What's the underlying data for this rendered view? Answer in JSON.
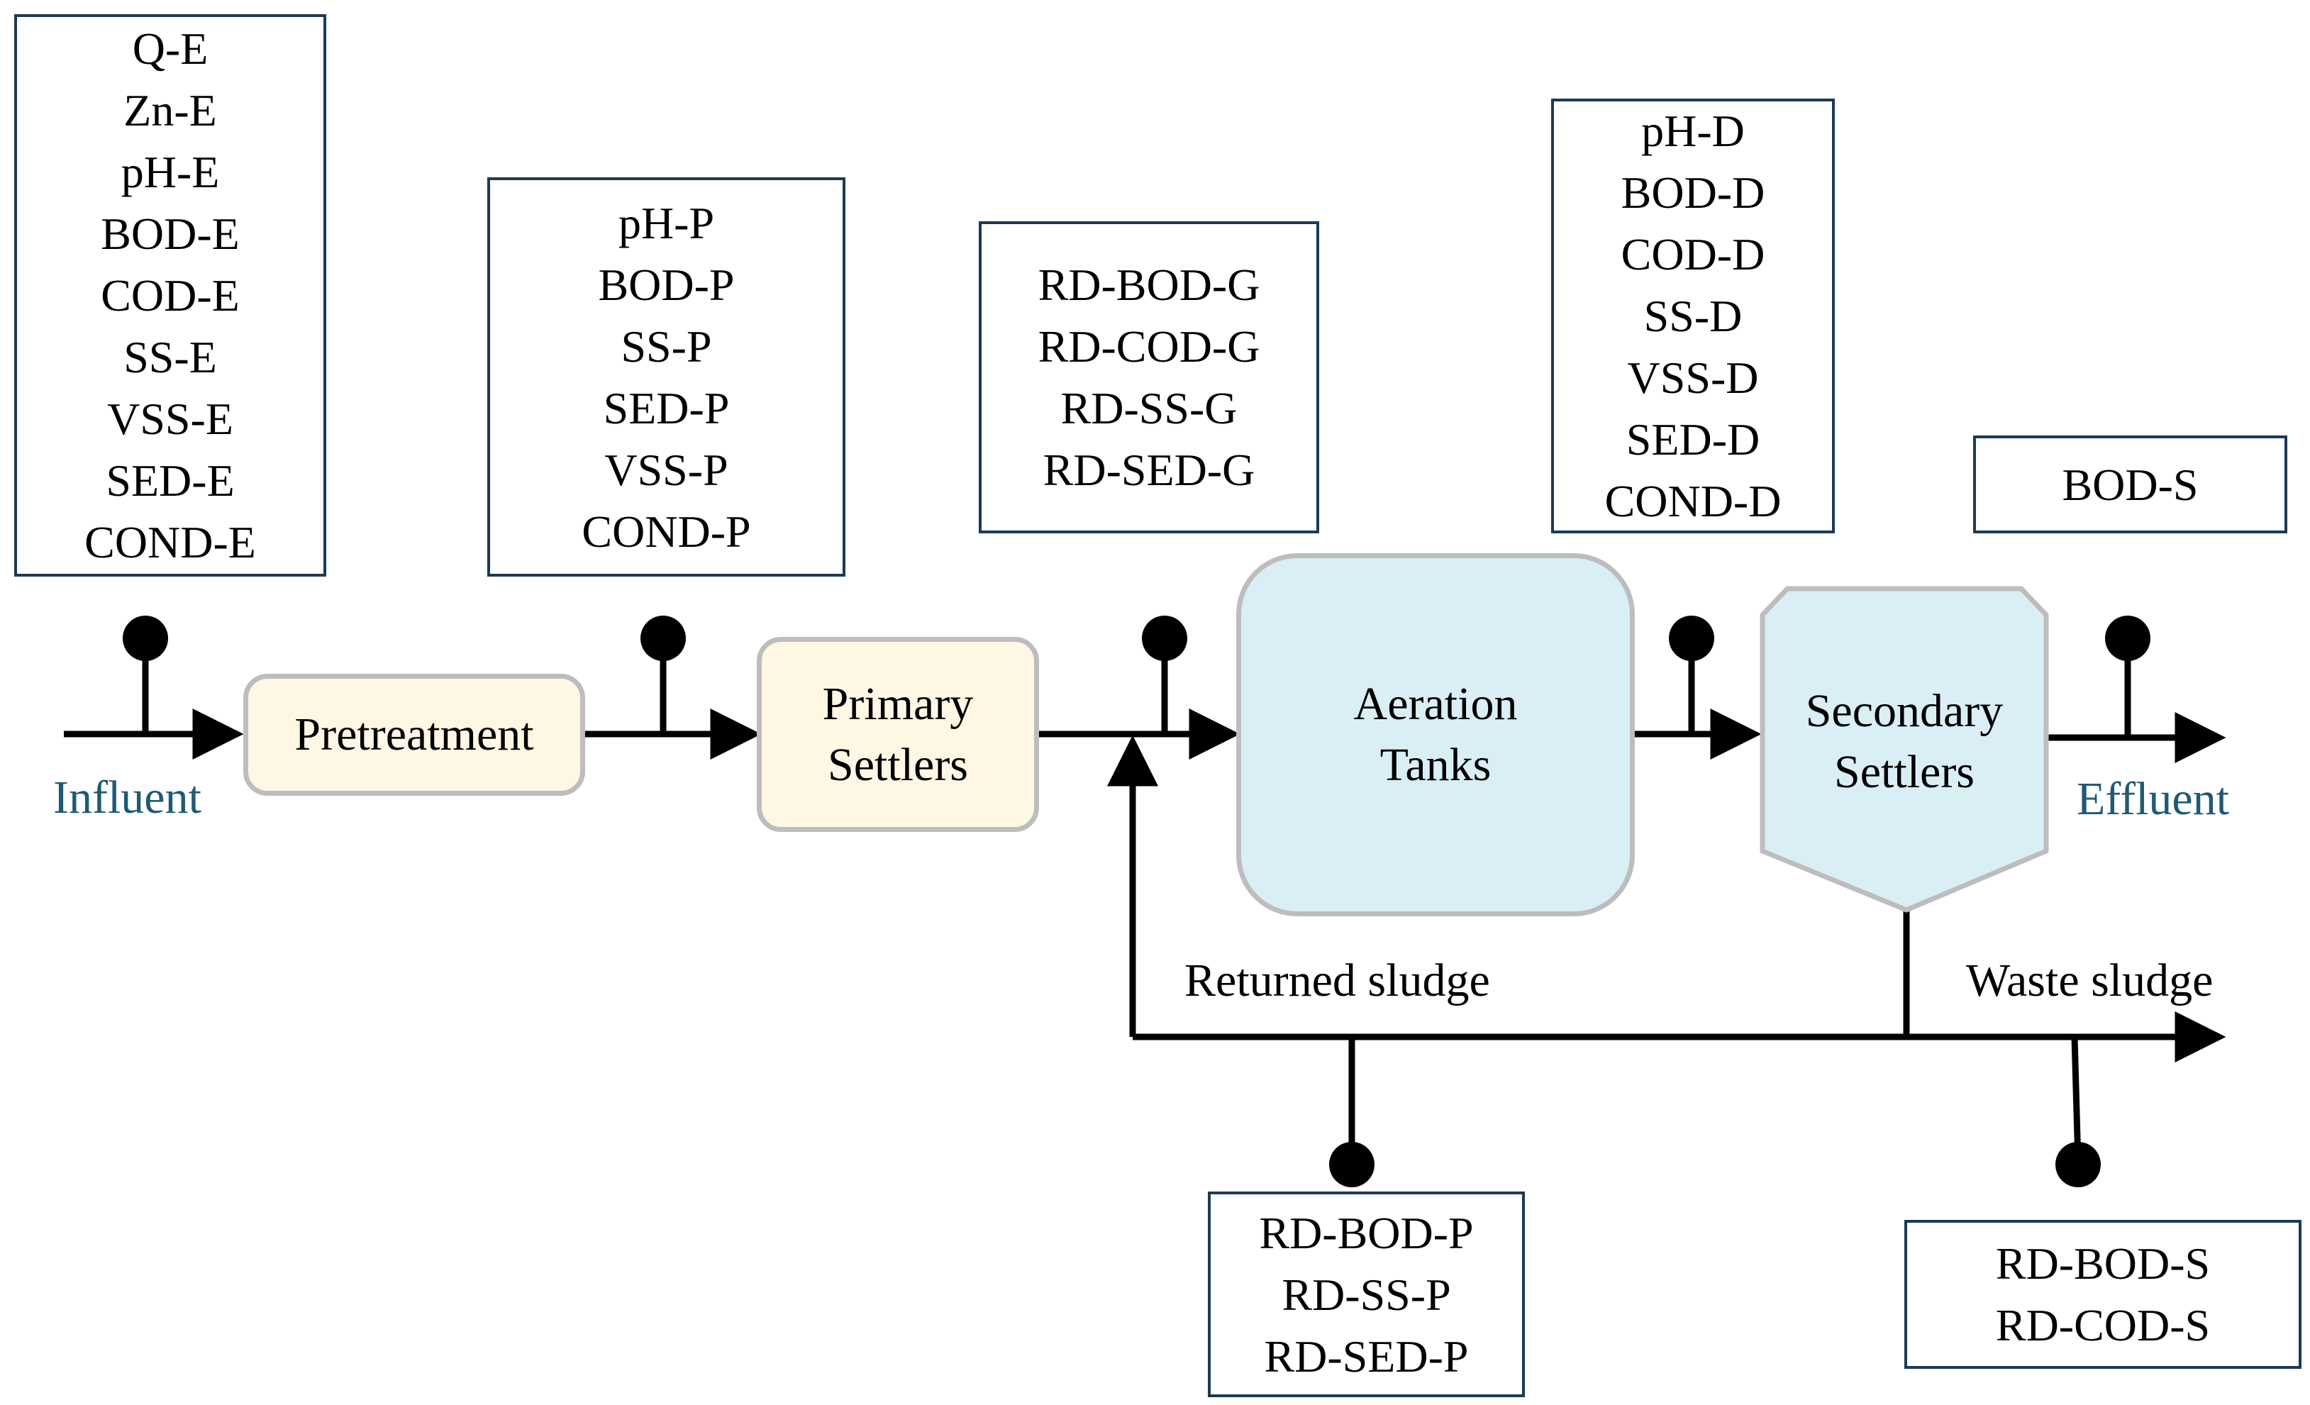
{
  "flow": {
    "influent_label": "Influent",
    "effluent_label": "Effluent",
    "returned_sludge_label": "Returned sludge",
    "waste_sludge_label": "Waste sludge"
  },
  "units": {
    "pretreatment": "Pretreatment",
    "primary_settlers": [
      "Primary",
      "Settlers"
    ],
    "aeration_tanks": [
      "Aeration",
      "Tanks"
    ],
    "secondary_settlers": [
      "Secondary",
      "Settlers"
    ]
  },
  "sampling_points": {
    "influent": [
      "Q-E",
      "Zn-E",
      "pH-E",
      "BOD-E",
      "COD-E",
      "SS-E",
      "VSS-E",
      "SED-E",
      "COND-E"
    ],
    "primary": [
      "pH-P",
      "BOD-P",
      "SS-P",
      "SED-P",
      "VSS-P",
      "COND-P"
    ],
    "global": [
      "RD-BOD-G",
      "RD-COD-G",
      "RD-SS-G",
      "RD-SED-G"
    ],
    "aeration_out": [
      "pH-D",
      "BOD-D",
      "COD-D",
      "SS-D",
      "VSS-D",
      "SED-D",
      "COND-D"
    ],
    "effluent": [
      "BOD-S"
    ],
    "returned_sludge": [
      "RD-BOD-P",
      "RD-SS-P",
      "RD-SED-P"
    ],
    "waste_sludge": [
      "RD-BOD-S",
      "RD-COD-S"
    ]
  },
  "colors": {
    "box_border": "#1b3a57",
    "unit_border": "#bdbdbd",
    "cream_fill": "#fdf7e4",
    "blue_fill": "#daeef5",
    "flow_label": "#1f5a73",
    "line": "#000000"
  }
}
